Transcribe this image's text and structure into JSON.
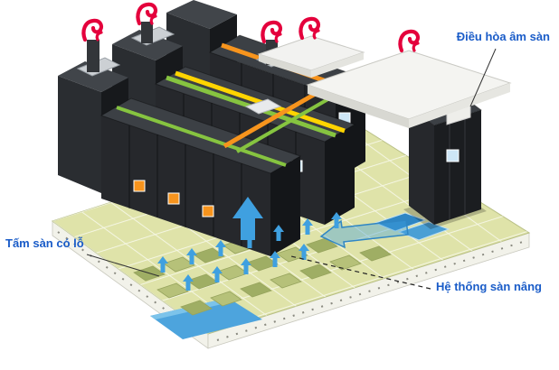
{
  "diagram": {
    "type": "datacenter-underfloor-cooling",
    "labels": {
      "underfloor_ac": "Điều hòa âm sàn",
      "perforated_tile": "Tấm sàn có lỗ",
      "raised_floor_system": "Hệ thống sàn nâng"
    }
  },
  "colors": {
    "label": "#1a5cc8",
    "floor": "#dfe3a9",
    "rack": "#26282c",
    "rack_dark": "#141619",
    "rack_top": "#3c4045",
    "exhaust": "#e4003c",
    "cool": "#3fa0e0",
    "tray_green": "#86c440",
    "tray_yellow": "#ffd400",
    "tray_orange": "#f7941d",
    "ramp": "#4da4dd"
  }
}
